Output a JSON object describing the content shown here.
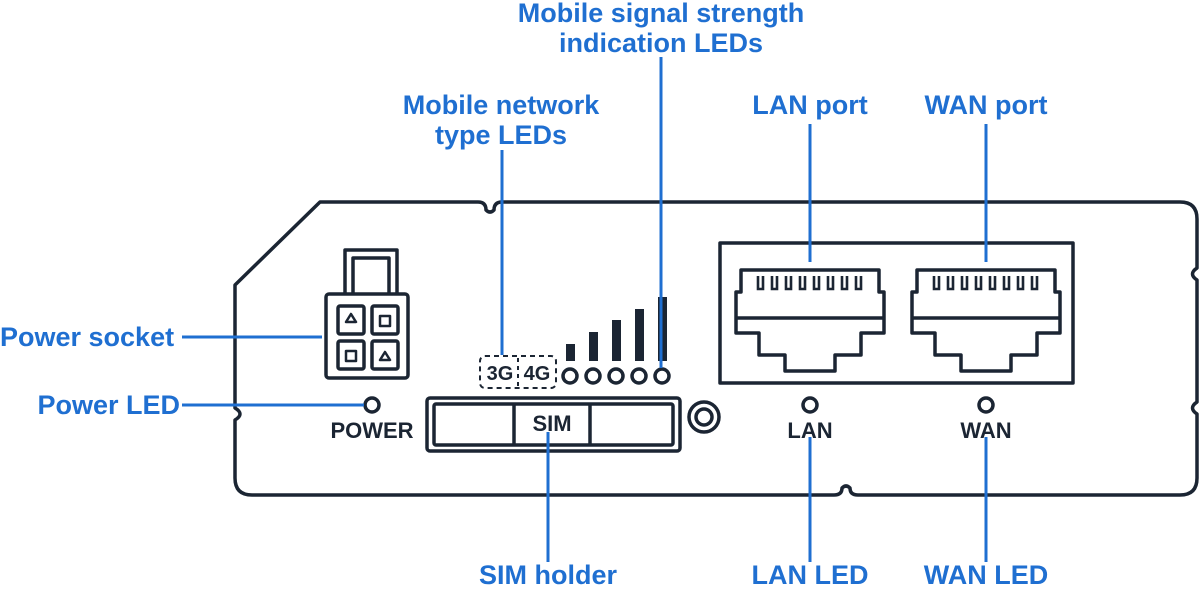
{
  "callouts": {
    "signal_leds": [
      "Mobile signal strength",
      "indication LEDs"
    ],
    "network_type_leds": [
      "Mobile network",
      "type LEDs"
    ],
    "lan_port": "LAN port",
    "wan_port": "WAN port",
    "power_socket": "Power socket",
    "power_led": "Power LED",
    "sim_holder": "SIM holder",
    "lan_led": "LAN LED",
    "wan_led": "WAN LED"
  },
  "panel": {
    "power": "POWER",
    "sim": "SIM",
    "lan": "LAN",
    "wan": "WAN",
    "net_3g": "3G",
    "net_4g": "4G"
  },
  "colors": {
    "accent": "#1f6fd1",
    "device_outline": "#1b2533"
  }
}
